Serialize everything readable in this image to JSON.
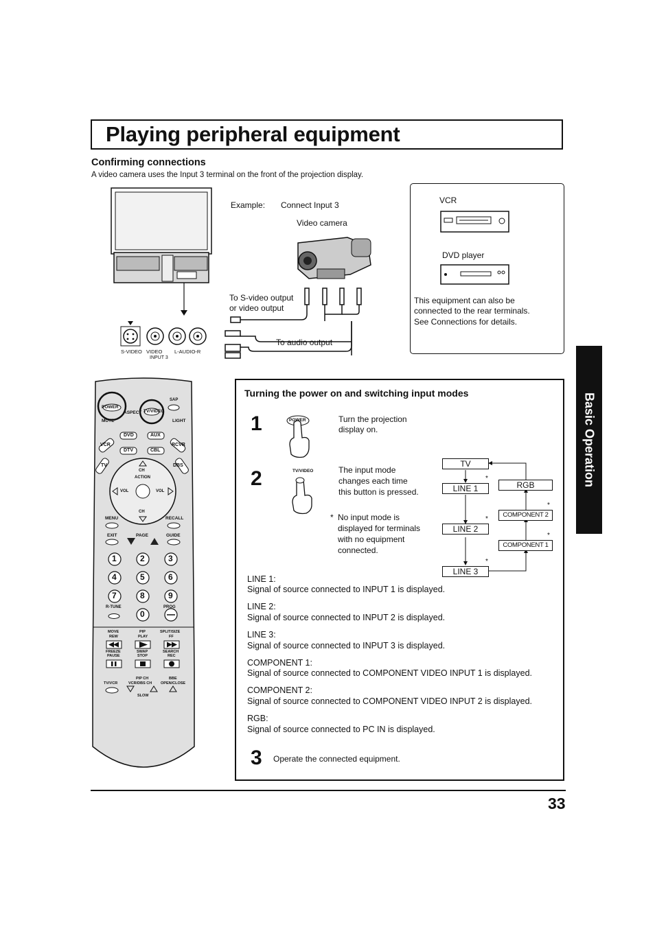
{
  "title": "Playing peripheral equipment",
  "section": {
    "heading": "Confirming connections",
    "intro": "A video camera uses the Input 3 terminal on the front of the projection display."
  },
  "diagram": {
    "example_label": "Example:",
    "connect_label": "Connect Input 3",
    "camera_label": "Video camera",
    "svideo_output": "To S-video output",
    "video_output": "or video output",
    "audio_output": "To audio output",
    "terminals": [
      "S-VIDEO",
      "VIDEO",
      "L-AUDIO-R"
    ],
    "input_name": "INPUT 3"
  },
  "rear_box": {
    "vcr": "VCR",
    "dvd": "DVD player",
    "note_1": "This equipment can also be",
    "note_2": "connected to the rear terminals.",
    "note_3": "See Connections for details."
  },
  "side_tab": "Basic Operation",
  "remote": {
    "top_buttons": [
      "POWER",
      "TV/VIDEO",
      "SAP",
      "MUTE",
      "ASPECT",
      "LIGHT"
    ],
    "source_buttons": [
      "VCR",
      "DVD",
      "AUX",
      "RCVR",
      "TV",
      "DTV",
      "CBL",
      "DBS"
    ],
    "nav": {
      "ch": "CH",
      "action": "ACTION",
      "vol": "VOL"
    },
    "menu": "MENU",
    "recall": "RECALL",
    "exit": "EXIT",
    "page": "PAGE",
    "guide": "GUIDE",
    "digits": [
      "1",
      "2",
      "3",
      "4",
      "5",
      "6",
      "7",
      "8",
      "9",
      "0"
    ],
    "rtune": "R-TUNE",
    "prog": "PROG",
    "row_a": [
      "MOVE",
      "PIP",
      "SPLIT/SIZE"
    ],
    "row_a2": [
      "REW",
      "PLAY",
      "FF"
    ],
    "row_b": [
      "FREEZE",
      "SWAP",
      "SEARCH"
    ],
    "row_b2": [
      "PAUSE",
      "STOP",
      "REC"
    ],
    "pip_ch": "PIP CH",
    "vcr_dbs_ch": "VCR/DBS CH",
    "bbe": "BBE",
    "open_close": "OPEN/CLOSE",
    "tv_vcr": "TV/VCR",
    "slow": "SLOW"
  },
  "steps_box": {
    "heading": "Turning the power on and switching input modes",
    "step1_num": "1",
    "step1_btn": "POWER",
    "step1_text_1": "Turn the projection",
    "step1_text_2": "display on.",
    "step2_num": "2",
    "step2_btn": "TV/VIDEO",
    "step2_text_1": "The input mode",
    "step2_text_2": "changes each time",
    "step2_text_3": "this button is pressed.",
    "note_ast": "*",
    "note_1": "No input mode is",
    "note_2": "displayed for terminals",
    "note_3": "with no equipment",
    "note_4": "connected.",
    "flow": {
      "tv": "TV",
      "line1": "LINE 1",
      "line2": "LINE 2",
      "line3": "LINE 3",
      "rgb": "RGB",
      "comp2": "COMPONENT 2",
      "comp1": "COMPONENT 1",
      "ast": "*"
    },
    "definitions": [
      {
        "label": "LINE 1:",
        "text": "Signal of source connected to INPUT 1 is displayed."
      },
      {
        "label": "LINE 2:",
        "text": "Signal of source connected to INPUT 2 is displayed."
      },
      {
        "label": "LINE 3:",
        "text": "Signal of source connected to INPUT 3 is displayed."
      },
      {
        "label": "COMPONENT 1:",
        "text": "Signal of source connected to COMPONENT VIDEO INPUT 1 is displayed."
      },
      {
        "label": "COMPONENT 2:",
        "text": "Signal of source connected to COMPONENT VIDEO INPUT 2 is displayed."
      },
      {
        "label": "RGB:",
        "text": "Signal of source connected to PC IN is displayed."
      }
    ],
    "step3_num": "3",
    "step3_text": "Operate the connected equipment."
  },
  "page_number": "33"
}
